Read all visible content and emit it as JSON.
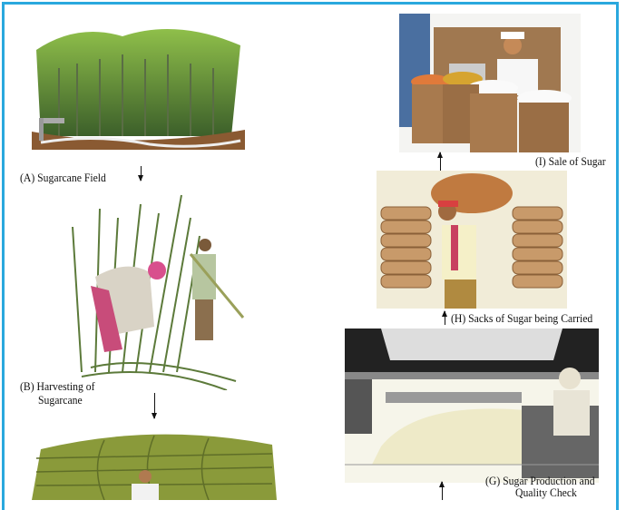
{
  "steps": {
    "a": {
      "label": "(A) Sugarcane Field",
      "image": "sugarcane-field-illustration"
    },
    "b": {
      "label_line1": "(B) Harvesting of",
      "label_line2": "Sugarcane",
      "image": "harvesting-illustration"
    },
    "c": {
      "image": "cut-sugarcane-bundles-illustration"
    },
    "g": {
      "label_line1": "(G) Sugar Production and",
      "label_line2": "Quality Check",
      "image": "sugar-factory-illustration"
    },
    "h": {
      "label": "(H) Sacks of Sugar being Carried",
      "image": "sack-carrier-illustration"
    },
    "i": {
      "label": "(I) Sale of Sugar",
      "image": "sugar-shop-illustration"
    }
  },
  "colors": {
    "frame": "#2aa8de",
    "cane_green": "#4f7d2e",
    "sack_brown": "#b07a45"
  }
}
